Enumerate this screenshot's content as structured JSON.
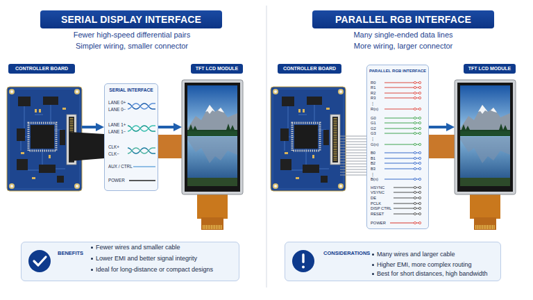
{
  "diagram": {
    "nodes": [
      {
        "text": [
          "SERIAL DISPLAY INTERFACE"
        ]
      },
      {
        "text": [
          "CONTROLLER BOARD"
        ]
      },
      {
        "text": [
          "SERIAL INTERFACE"
        ]
      },
      {
        "text": [
          "TFT LCD MODULE"
        ]
      },
      {
        "text": [
          "BENEFITS",
          "Fewer wires and smaller cable",
          "Lower EMI and better signal integrity",
          "Ideal for long-distance or compact designs"
        ]
      },
      {
        "text": [
          "PARALLEL RGB INTERFACE"
        ]
      },
      {
        "text": [
          "CONTROLLER BOARD"
        ]
      },
      {
        "text": [
          "PARALLEL RGB INTERFACE"
        ]
      },
      {
        "text": [
          "TFT LCD MODULE"
        ]
      },
      {
        "text": [
          "CONSIDERATIONS",
          "Many wires and larger cable",
          "Higher EMI, more complex routing",
          "Best for short distances, high bandwidth"
        ]
      }
    ],
    "edges": [
      {
        "from": 1,
        "to": 2,
        "arrow": "to"
      },
      {
        "from": 2,
        "to": 3,
        "arrow": "to"
      },
      {
        "from": 6,
        "to": 7,
        "arrow": "none"
      },
      {
        "from": 7,
        "to": 8,
        "arrow": "to"
      }
    ],
    "labels": [
      "Fewer high-speed differential pairs",
      "Simpler wiring, smaller connector",
      "LANE 0+",
      "LANE 0−",
      "LANE 1+",
      "LANE 1−",
      "CLK+",
      "CLK−",
      "AUX / CTRL",
      "POWER",
      "Many single-ended data lines",
      "More wiring, larger connector",
      "R0",
      "R1",
      "R2",
      "R3",
      "⋮",
      "R(n)",
      "G0",
      "G1",
      "G2",
      "G3",
      "⋮",
      "G(n)",
      "B0",
      "B1",
      "B2",
      "B3",
      "⋮",
      "B(n)",
      "HSYNC",
      "VSYNC",
      "DE",
      "PCLK",
      "DISP CTRL",
      "RESET",
      "POWER"
    ]
  }
}
